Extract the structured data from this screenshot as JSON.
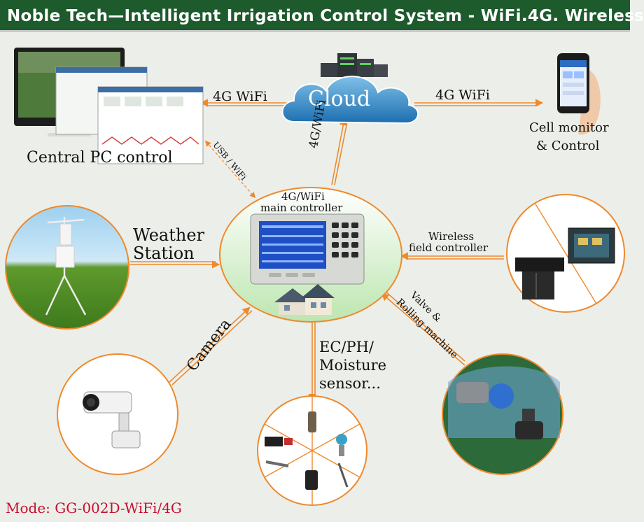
{
  "title": "Noble Tech—Intelligent Irrigation Control System - WiFi.4G. Wireless",
  "nodes": {
    "cloud": "Cloud",
    "pc": "Central PC control",
    "cell_line1": "Cell monitor",
    "cell_line2": "& Control",
    "main_line1": "4G/WiFi",
    "main_line2": "main controller",
    "weather_line1": "Weather",
    "weather_line2": "Station",
    "wireless_line1": "Wireless",
    "wireless_line2": "field controller",
    "camera": "Camera",
    "sensor_line1": "EC/PH/",
    "sensor_line2": "Moisture",
    "sensor_line3": "sensor...",
    "valve_line1": "Valve &",
    "valve_line2": "Rolling machine"
  },
  "links": {
    "pc_cloud": "4G WiFi",
    "cloud_cell": "4G WiFi",
    "main_cloud": "4G/WiFi",
    "pc_main": "USB / WiFi"
  },
  "model": "Mode: GG-002D-WiFi/4G",
  "colors": {
    "title_bg": "#1d5a2c",
    "accent": "#ee8a2c",
    "model_text": "#c8102e"
  }
}
